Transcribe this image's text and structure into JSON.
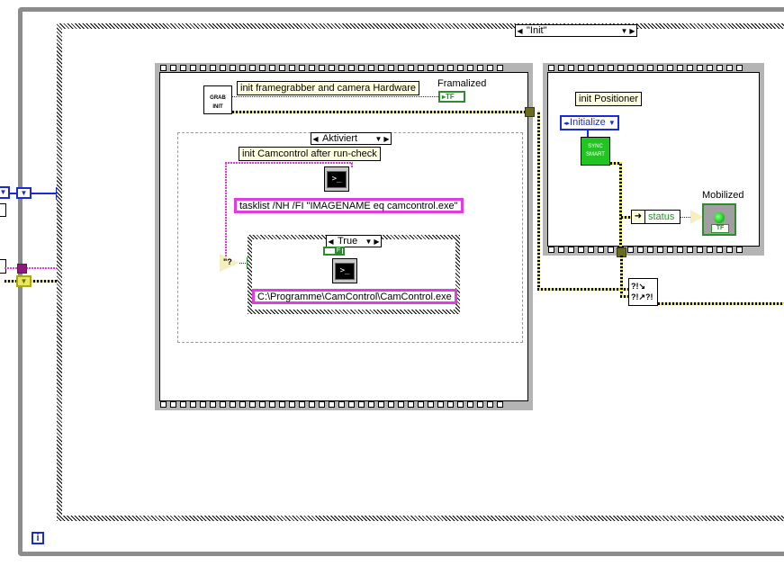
{
  "main_case": {
    "selector": "\"Init\""
  },
  "frame1": {
    "grab_init": {
      "line1": "GRAB",
      "line2": "INIT"
    },
    "label_grab": "init framegrabber and camera Hardware",
    "framalized": {
      "label": "Framalized",
      "terminal": "TF"
    },
    "diagram_disable": {
      "selector": "Aktiviert"
    },
    "label_camcontrol": "init Camcontrol after run-check",
    "exec_icon": ">_",
    "tasklist_cmd": "tasklist /NH /FI \"IMAGENAME eq camcontrol.exe\"",
    "inner_case": {
      "selector": "True",
      "bool_const": "F"
    },
    "camcontrol_path": "C:\\Programme\\CamControl\\CamControl.exe",
    "match_terminal": "?"
  },
  "frame2": {
    "label_positioner": "init Positioner",
    "enum_const": "Initialize",
    "sync_smart": {
      "line1": "SYNC",
      "line2": "SMART"
    },
    "unbundle_field": "status",
    "mobilized": {
      "label": "Mobilized",
      "terminal": "TF",
      "led_color": "#1cc81c"
    }
  },
  "merge_errors_icon": "?!",
  "loop_iteration": "i",
  "left_tunnel": "?"
}
